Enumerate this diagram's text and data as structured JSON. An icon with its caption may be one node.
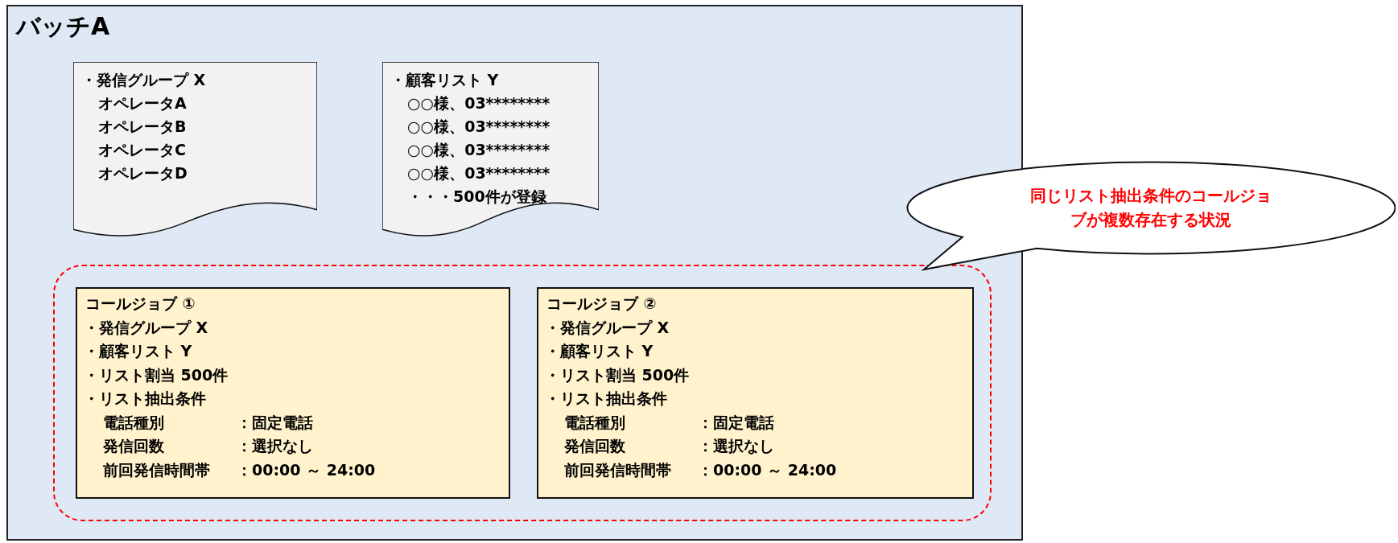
{
  "diagram": {
    "nodes": [
      {
        "text": [
          "バッチA"
        ]
      },
      {
        "text": [
          "・発信グループ X",
          "オペレータA",
          "オペレータB",
          "オペレータC",
          "オペレータD"
        ],
        "in": 0
      },
      {
        "text": [
          "・顧客リスト Y",
          "○○様、03********",
          "○○様、03********",
          "○○様、03********",
          "○○様、03********",
          "・・・500件が登録"
        ],
        "in": 0
      },
      {
        "text": [],
        "shape": "box",
        "in": 0
      },
      {
        "text": [
          "コールジョブ ①",
          "・発信グループ X",
          "・顧客リスト Y",
          "・リスト割当 500件",
          "・リスト抽出条件",
          "電話種別",
          "：固定電話",
          "発信回数",
          "：選択なし",
          "前回発信時間帯",
          "：00:00 ～ 24:00"
        ],
        "in": 3
      },
      {
        "text": [
          "コールジョブ ②",
          "・発信グループ X",
          "・顧客リスト Y",
          "・リスト割当 500件",
          "・リスト抽出条件",
          "電話種別",
          "：固定電話",
          "発信回数",
          "：選択なし",
          "前回発信時間帯",
          "：00:00 ～ 24:00"
        ],
        "in": 3
      },
      {
        "text": [
          "同じリスト抽出条件のコールジョブが複数存在する状況"
        ]
      }
    ]
  }
}
